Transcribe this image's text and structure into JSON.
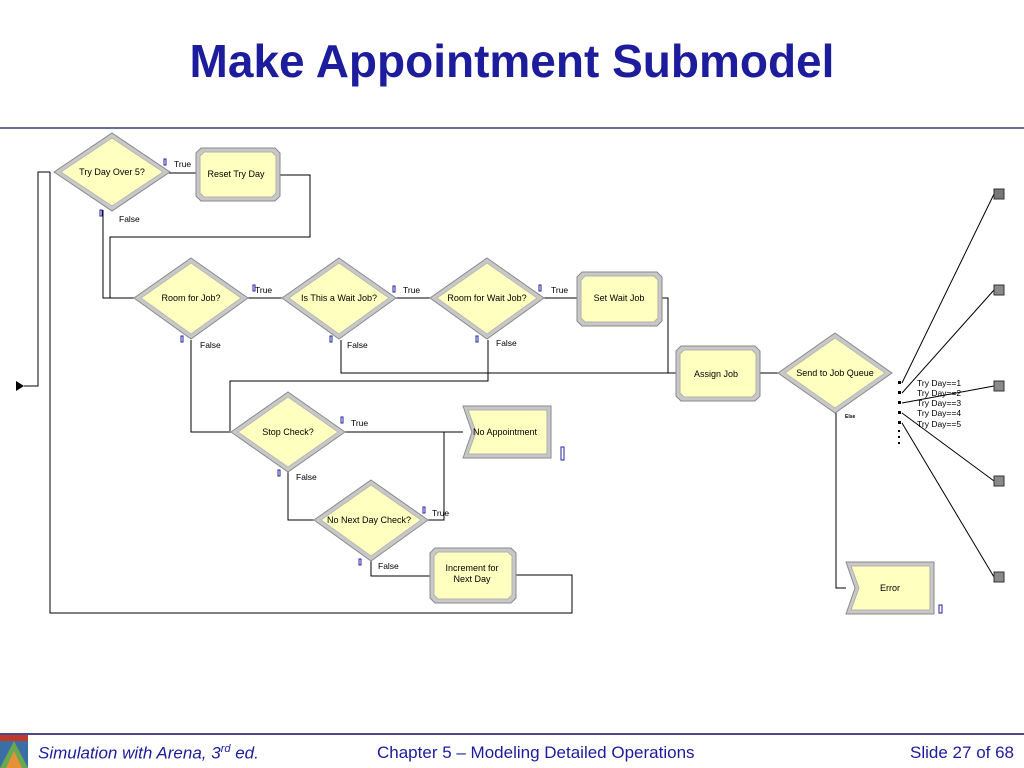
{
  "title": "Make Appointment Submodel",
  "nodes": {
    "try_day_over_5": "Try  Day  Over 5?",
    "reset_try_day": "Reset Try  Day",
    "room_for_job": "Room for Job?",
    "is_this_a_wait_job": "Is This a Wait Job?",
    "room_for_wait_job": "Room for Wait Job?",
    "set_wait_job": "Set Wait Job",
    "assign_job": "Assign Job",
    "send_to_job_queue": "Send to Job Queue",
    "stop_check": "Stop Check?",
    "no_appointment": "No Appointment",
    "no_next_day_check": "No Next Day Check?",
    "increment_line1": "Increment for",
    "increment_line2": "Next Day",
    "error": "Error"
  },
  "branch_labels": {
    "true": "True",
    "false": "False",
    "else": "Else"
  },
  "conditions": [
    "Try  Day==1",
    "Try  Day==2",
    "Try  Day==3",
    "Try  Day==4",
    "Try  Day==5"
  ],
  "footer": {
    "book": "Simulation with Arena, 3",
    "book_sup": "rd",
    "book_suffix": " ed.",
    "chapter": "Chapter 5 – Modeling Detailed Operations",
    "slide": "Slide 27 of 68"
  },
  "colors": {
    "title": "#1c1c9c",
    "node_fill": "#ffffc0",
    "node_border": "#8a8a8a"
  }
}
